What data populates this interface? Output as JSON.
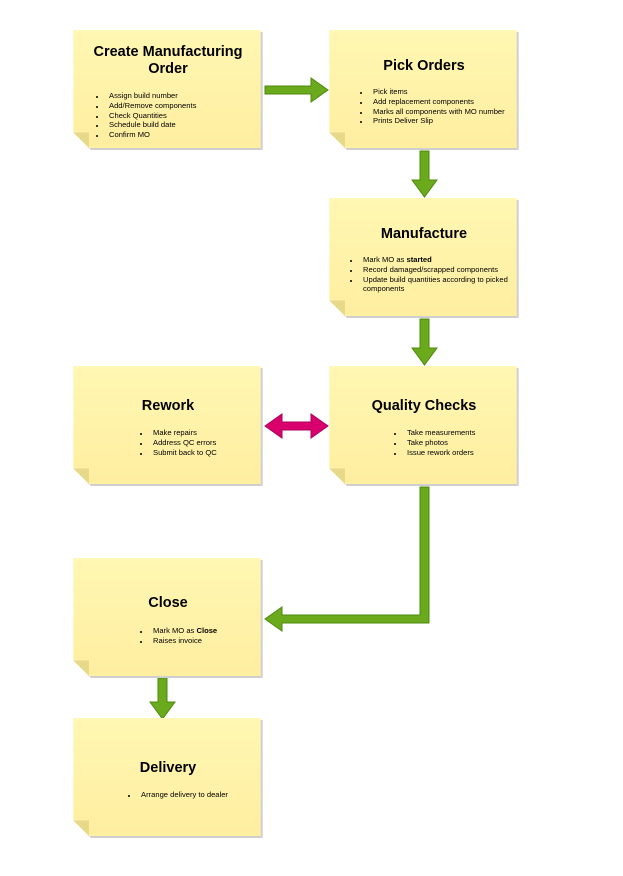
{
  "nodes": {
    "create_mo": {
      "title": "Create Manufacturing Order",
      "items": [
        "Assign build number",
        "Add/Remove components",
        "Check Quantities",
        "Schedule build date",
        "Confirm MO"
      ]
    },
    "pick_orders": {
      "title": "Pick Orders",
      "items": [
        "Pick items",
        "Add replacement components",
        "Marks all components with MO number",
        "Prints Deliver Slip"
      ]
    },
    "manufacture": {
      "title": "Manufacture",
      "item1_prefix": "Mark MO as ",
      "item1_bold": "started",
      "items": [
        "Record damaged/scrapped components",
        "Update build quantities according to picked components"
      ]
    },
    "rework": {
      "title": "Rework",
      "items": [
        "Make repairs",
        "Address QC errors",
        "Submit back to QC"
      ]
    },
    "quality_checks": {
      "title": "Quality Checks",
      "items": [
        "Take measurements",
        "Take photos",
        "Issue rework orders"
      ]
    },
    "close": {
      "title": "Close",
      "item1_prefix": "Mark MO as ",
      "item1_bold": "Close",
      "items": [
        "Raises invoice"
      ]
    },
    "delivery": {
      "title": "Delivery",
      "items": [
        "Arrange delivery to dealer"
      ]
    }
  },
  "colors": {
    "note_fill_top": "#fff7b3",
    "note_fill_bottom": "#ffeea0",
    "note_shadow": "#c8c8c8",
    "note_fold": "#e8d98a",
    "flow_arrow": "#6aaa1c",
    "flow_arrow_stroke": "#4f8a10",
    "rework_arrow": "#d9006e"
  }
}
